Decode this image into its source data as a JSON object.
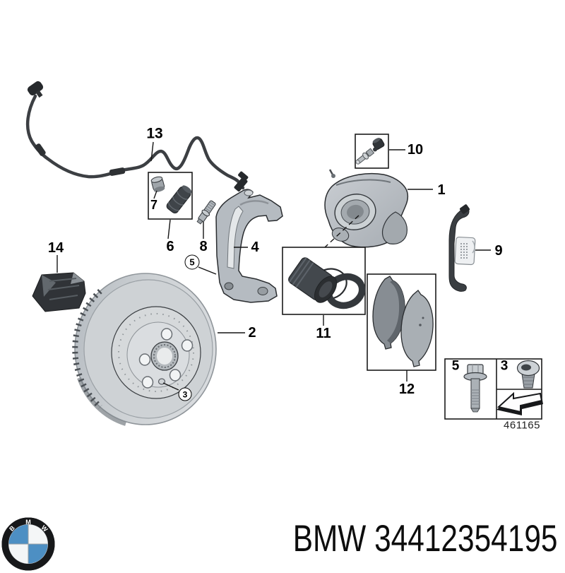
{
  "diagram": {
    "drawing_number": "461165",
    "callouts": {
      "c1": "1",
      "c2": "2",
      "c4": "4",
      "c6": "6",
      "c7": "7",
      "c8": "8",
      "c9": "9",
      "c10": "10",
      "c11": "11",
      "c12": "12",
      "c13": "13",
      "c14": "14",
      "circled5": "5",
      "circled3": "3",
      "inset5": "5",
      "inset3": "3"
    },
    "icons": {
      "direction_arrow": "left-block-arrow"
    }
  },
  "footer": {
    "part_text": "BMW 34412354195",
    "logo": "bmw-roundel",
    "logo_letters": [
      "B",
      "M",
      "W"
    ]
  },
  "colors": {
    "background": "#ffffff",
    "line": "#1a1a1a",
    "metal_light": "#cdd1d4",
    "metal_mid": "#b5bbc0",
    "metal_dark": "#8d9298",
    "rubber_dark": "#35393d",
    "bmw_blue": "#4d8fc3",
    "bmw_ring": "#17181a"
  }
}
